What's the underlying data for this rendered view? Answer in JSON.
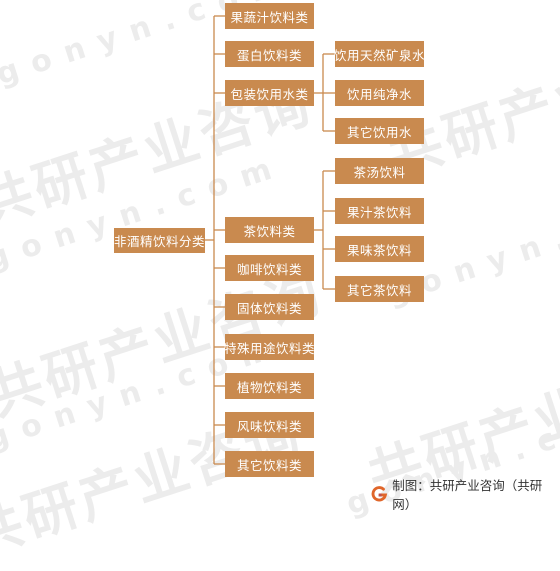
{
  "diagram": {
    "root": "非酒精饮料分类",
    "categories": [
      "果蔬汁饮料类",
      "蛋白饮料类",
      "包装饮用水类",
      "茶饮料类",
      "咖啡饮料类",
      "固体饮料类",
      "特殊用途饮料类",
      "植物饮料类",
      "风味饮料类",
      "其它饮料类"
    ],
    "water_subtypes": [
      "饮用天然矿泉水",
      "饮用纯净水",
      "其它饮用水"
    ],
    "tea_subtypes": [
      "茶汤饮料",
      "果汁茶饮料",
      "果味茶饮料",
      "其它茶饮料"
    ]
  },
  "footer": {
    "caption": "制图：共研产业咨询（共研网）"
  },
  "watermark": {
    "cn": "共研产业咨询",
    "en": "gonyn.com"
  },
  "colors": {
    "box": "#c98a4f",
    "line": "#c98a4f",
    "logo": "#e0662a"
  },
  "icons": {
    "logo": "gonyn-logo-icon"
  }
}
